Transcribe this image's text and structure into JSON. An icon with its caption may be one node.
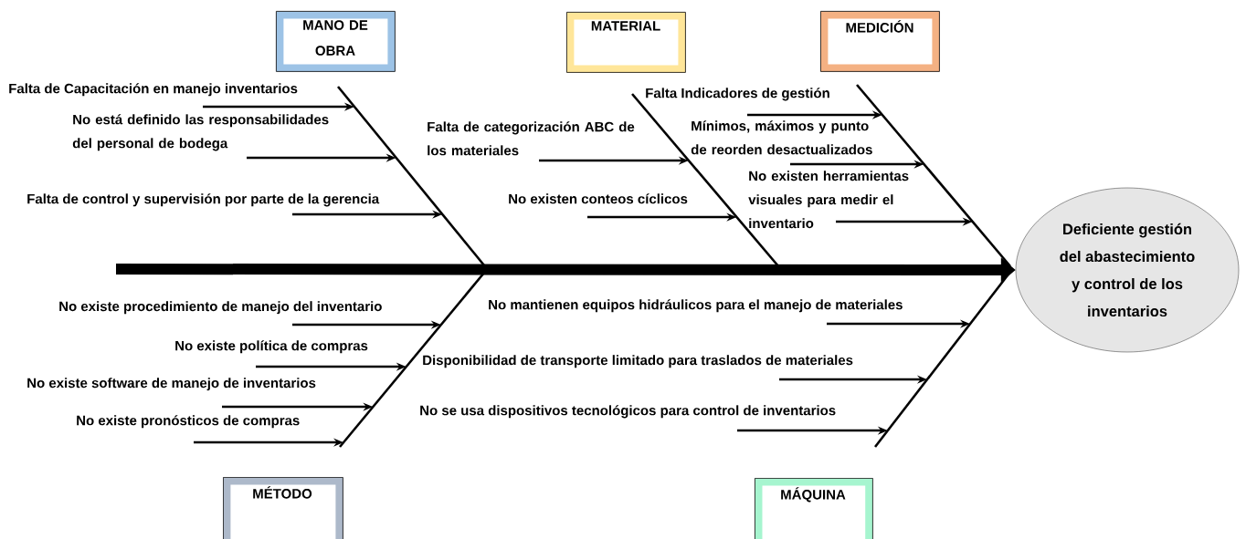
{
  "diagram": {
    "nodes": [
      {
        "text": [
          "MANO DE OBRA"
        ]
      },
      {
        "text": [
          "MATERIAL"
        ]
      },
      {
        "text": [
          "MEDICIÓN"
        ]
      },
      {
        "text": [
          "Falta de Capacitación en manejo inventarios"
        ]
      },
      {
        "text": [
          "No está definido las responsabilidades del personal de bodega"
        ]
      },
      {
        "text": [
          "Falta de control y supervisión por parte de la gerencia"
        ]
      },
      {
        "text": [
          "Falta de categorización ABC de los materiales"
        ]
      },
      {
        "text": [
          "No existen conteos cíclicos"
        ]
      },
      {
        "text": [
          "Falta Indicadores de gestión"
        ]
      },
      {
        "text": [
          "Mínimos, máximos y punto de reorden desactualizados"
        ]
      },
      {
        "text": [
          "No existen herramientas visuales para medir el inventario"
        ]
      },
      {
        "text": [
          "Deficiente gestión del abastecimiento y control de los inventarios"
        ]
      },
      {
        "text": [
          "No existe procedimiento de manejo del inventario"
        ]
      },
      {
        "text": [
          "No existe política de compras"
        ]
      },
      {
        "text": [
          "No existe software de manejo de inventarios"
        ]
      },
      {
        "text": [
          "No existe pronósticos de compras"
        ]
      },
      {
        "text": [
          "No mantienen equipos hidráulicos para el manejo de materiales"
        ]
      },
      {
        "text": [
          "Disponibilidad de transporte limitado para traslados de materiales"
        ]
      },
      {
        "text": [
          "No se usa dispositivos tecnológicos para control de inventarios"
        ]
      },
      {
        "text": [
          "MÉTODO"
        ]
      },
      {
        "text": [
          "MÁQUINA"
        ]
      },
      {
        "text": [],
        "shape": "line"
      },
      {
        "text": [],
        "shape": "line"
      },
      {
        "text": [],
        "shape": "line"
      },
      {
        "text": [],
        "shape": "line"
      },
      {
        "text": [],
        "shape": "line"
      }
    ],
    "edges": [
      {
        "from": null,
        "to": 11,
        "arrow": "to",
        "style": "thick"
      },
      {
        "from": 3,
        "to": 21,
        "arrow": "to"
      },
      {
        "from": 4,
        "to": 21,
        "arrow": "to"
      },
      {
        "from": 5,
        "to": 21,
        "arrow": "to"
      },
      {
        "from": 6,
        "to": 23,
        "arrow": "to"
      },
      {
        "from": 7,
        "to": 23,
        "arrow": "to"
      },
      {
        "from": 8,
        "to": 24,
        "arrow": "to"
      },
      {
        "from": 9,
        "to": 24,
        "arrow": "to"
      },
      {
        "from": 10,
        "to": 24,
        "arrow": "to"
      },
      {
        "from": 12,
        "to": 22,
        "arrow": "to"
      },
      {
        "from": 13,
        "to": 22,
        "arrow": "to"
      },
      {
        "from": 14,
        "to": 22,
        "arrow": "to"
      },
      {
        "from": 15,
        "to": 22,
        "arrow": "to"
      },
      {
        "from": 16,
        "to": 25,
        "arrow": "to"
      },
      {
        "from": 17,
        "to": 25,
        "arrow": "to"
      },
      {
        "from": 18,
        "to": 25,
        "arrow": "to"
      }
    ]
  }
}
